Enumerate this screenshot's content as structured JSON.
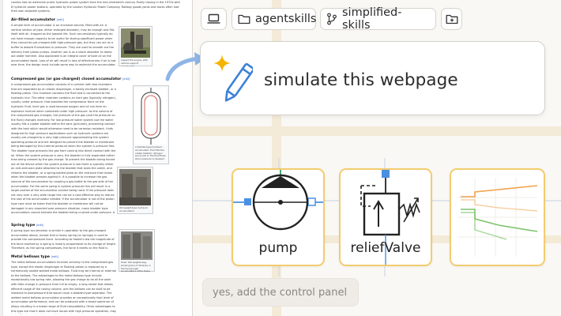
{
  "wiki": {
    "intro": "London had an extensive public hydraulic power system from the mid-nineteenth century finally closing in the 1970s with 8 hydraulic power stations, operated by the London Hydraulic Power Company. Railway goods yards and docks often had their own separate systems.",
    "sections": [
      {
        "heading": "Air-filled accumulator",
        "edit": "[edit]",
        "text": "A simple form of accumulator is an enclosed volume, filled with air. A vertical section of pipe, either enlarged diameter, may be enough and fills itself with air, trapped as the Joosesh life. Such accumulators typically do not have enough capacity to be useful for storing significant power when they cannot be pre-charged with high-pressure gas, but they can act as a buffer to absorb fluctuations in pressure. They are used to smooth out the delivery from piston pumps. Another use is as a shock absorber to damp out water hammer. Also applicable is an integral cover of bore oil on the accumulated liquid. Loss of air will result in loss of effectiveness if air is lost over time, the design must include some way to replenish the accumulator."
      },
      {
        "heading": "Compressed gas (or gas-charged) closed accumulator",
        "edit": "[edit]",
        "text": "A compressed gas accumulator consists of a cylinder with two chambers that are separated by an elastic diaphragm, a totally enclosed bladder, or a floating piston. One chamber contains the fluid and is connected to the hydraulic line. The other chamber contains an inert gas (typically nitrogen), usually under pressure, that provides the compressive force on the hydraulic fluid. Inert gas is used because oxygen and oil can form an explosive mixture when combined under high pressure. As the volume of the compressed gas changes, the pressure of the gas (and the pressure on the fluid) changes inversely. For low pressure water system use the water usually fills a rubber bladder within the tank (pictured), preventing contact with the tank which would otherwise need to be corrosion resistant. Units designed for high pressure applications such as hydraulic systems are usually pre-charged to a very high pressure approximating the system operating pressure and are designed to prevent the bladder or membrane being damaged by this internal pressure when the system is pressure free. The bladder type prevents the gas from coming into direct contact with the oil. When the system pressure is zero, the bladder is fully expanded rather than being chewed by the gas charge. To prevent the bladder being forced out of the device when the system pressure is low there is typically either an anti-extrusion plate attached to the bladder that seals the outlet, and reforms the bladder, or a spring-loaded plate on the entrance that closes when the bladder presses against it. It is possible to increase the gas volume of the accumulator by coupling a gas bottle to the gas side of the accumulator. For the same swing in system pressure this will result in a larger portion of the accumulator volume being used. If the pressure does not vary over a very wide range this can be a cost-effective way to reduce the size of the accumulator needed. If the accumulator is not of the piston type care must be taken that the bladder or membrane will not be damaged in any expected over-pressure situation, many bladder type accumulators cannot tolerate the bladder being crushed under pressure. A compressed gas accumulator was invented by Jean Mercier for use in variable-pitch propellers."
      },
      {
        "heading": "Spring type",
        "edit": "[edit]",
        "text": "A spring-type accumulator is similar in operation to the gas-charged accumulator above, except that a heavy spring (or springs) is used to provide the compressive force. According to Hooke's law the magnitude of the force exerted by a spring is linearly proportional to its change of length. Therefore, as the spring compresses, the force it exerts on the fluid is increased linearly."
      },
      {
        "heading": "Metal bellows type",
        "edit": "[edit]",
        "text": "The metal bellows accumulators function similarly to the compressed gas type, except the elastic diaphragm or floating piston is replaced by a hermetically sealed welded metal bellows. Fluid may be internal or external to the bellows. The advantages to the metal bellows type include exceptionally low spring rate, allowing the gas charge to do all the work with little change in pressure from full to empty, a long stroke that allows efficient usage of the casing volume, and the bellows can be built to be resistant to overpressure that would crush a bladder-type separator. The welded metal bellows accumulator provides an exceptionally high level of accumulator performance, and can be produced with a broad spectrum of alloys resulting in a broad range of fluid compatibility. Other advantages to this type are that it does not have issues with high pressure operation, may be built to be resistant to very high or low temperatures or carbon aggressive chemicals, and may be longer lasting in some situations. Metal bellows tend to be much more costly to produce than other common types."
      }
    ],
    "captions": [
      "Inspect the engine, with vertical support accumulator",
      "A bladder-type hydraulic accumulator. Fluid fills the rubber bladder; nitrogen surrounds it. The fluid flows when pressure is released.",
      "Old weight-type hydraulic accumulators",
      "Older 100 weights-bag, showing two of 30 tanks in the two-plunger accumulators of the Tower Bridge."
    ]
  },
  "toolbar": {
    "items": [
      {
        "icon": "laptop-icon",
        "label": ""
      },
      {
        "icon": "folder-icon",
        "label": "agentskills"
      },
      {
        "icon": "git-branch-icon",
        "label": "simplified-skills"
      },
      {
        "icon": "folder-plus-icon",
        "label": ""
      }
    ]
  },
  "prompt": {
    "text": "simulate this webpage"
  },
  "components": [
    {
      "label": "pump"
    },
    {
      "label": "reliefValve"
    },
    {
      "label": ""
    }
  ],
  "input": {
    "placeholder": "yes, add the control panel"
  },
  "colors": {
    "accent_blue": "#4a90e2",
    "component_border": "#f2cc6f",
    "pen_blue": "#3b82d6",
    "sparkle": "#f4b400",
    "plot_orange": "#f0a24a",
    "plot_green": "#7cc46a"
  }
}
